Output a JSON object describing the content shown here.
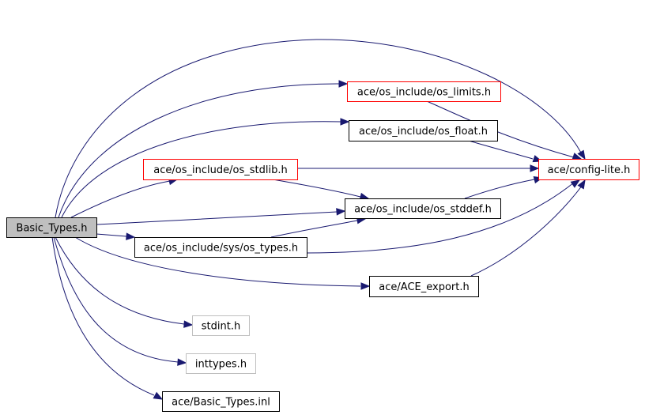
{
  "graph": {
    "title": "Basic_Types.h include dependency graph",
    "colors": {
      "edge": "#191970",
      "root_fill": "#bfbfbf",
      "border_normal": "#000000",
      "border_truncated": "#ff0000",
      "border_missing": "#bfbfbf"
    },
    "nodes": [
      {
        "id": "basic_types_h",
        "label": "Basic_Types.h",
        "kind": "root"
      },
      {
        "id": "os_limits_h",
        "label": "ace/os_include/os_limits.h",
        "kind": "truncated"
      },
      {
        "id": "os_float_h",
        "label": "ace/os_include/os_float.h",
        "kind": "normal"
      },
      {
        "id": "os_stdlib_h",
        "label": "ace/os_include/os_stdlib.h",
        "kind": "truncated"
      },
      {
        "id": "config_lite_h",
        "label": "ace/config-lite.h",
        "kind": "truncated"
      },
      {
        "id": "os_stddef_h",
        "label": "ace/os_include/os_stddef.h",
        "kind": "normal"
      },
      {
        "id": "os_types_h",
        "label": "ace/os_include/sys/os_types.h",
        "kind": "normal"
      },
      {
        "id": "ace_export_h",
        "label": "ace/ACE_export.h",
        "kind": "normal"
      },
      {
        "id": "stdint_h",
        "label": "stdint.h",
        "kind": "missing"
      },
      {
        "id": "inttypes_h",
        "label": "inttypes.h",
        "kind": "missing"
      },
      {
        "id": "basic_types_inl",
        "label": "ace/Basic_Types.inl",
        "kind": "normal"
      }
    ],
    "edges": [
      {
        "from": "basic_types_h",
        "to": "config_lite_h"
      },
      {
        "from": "basic_types_h",
        "to": "os_limits_h"
      },
      {
        "from": "basic_types_h",
        "to": "os_float_h"
      },
      {
        "from": "basic_types_h",
        "to": "os_stdlib_h"
      },
      {
        "from": "basic_types_h",
        "to": "os_stddef_h"
      },
      {
        "from": "basic_types_h",
        "to": "os_types_h"
      },
      {
        "from": "basic_types_h",
        "to": "ace_export_h"
      },
      {
        "from": "basic_types_h",
        "to": "stdint_h"
      },
      {
        "from": "basic_types_h",
        "to": "inttypes_h"
      },
      {
        "from": "basic_types_h",
        "to": "basic_types_inl"
      },
      {
        "from": "os_limits_h",
        "to": "config_lite_h"
      },
      {
        "from": "os_float_h",
        "to": "config_lite_h"
      },
      {
        "from": "os_stdlib_h",
        "to": "config_lite_h"
      },
      {
        "from": "os_stdlib_h",
        "to": "os_stddef_h"
      },
      {
        "from": "os_stddef_h",
        "to": "config_lite_h"
      },
      {
        "from": "os_types_h",
        "to": "os_stddef_h"
      },
      {
        "from": "os_types_h",
        "to": "config_lite_h"
      },
      {
        "from": "ace_export_h",
        "to": "config_lite_h"
      }
    ]
  }
}
